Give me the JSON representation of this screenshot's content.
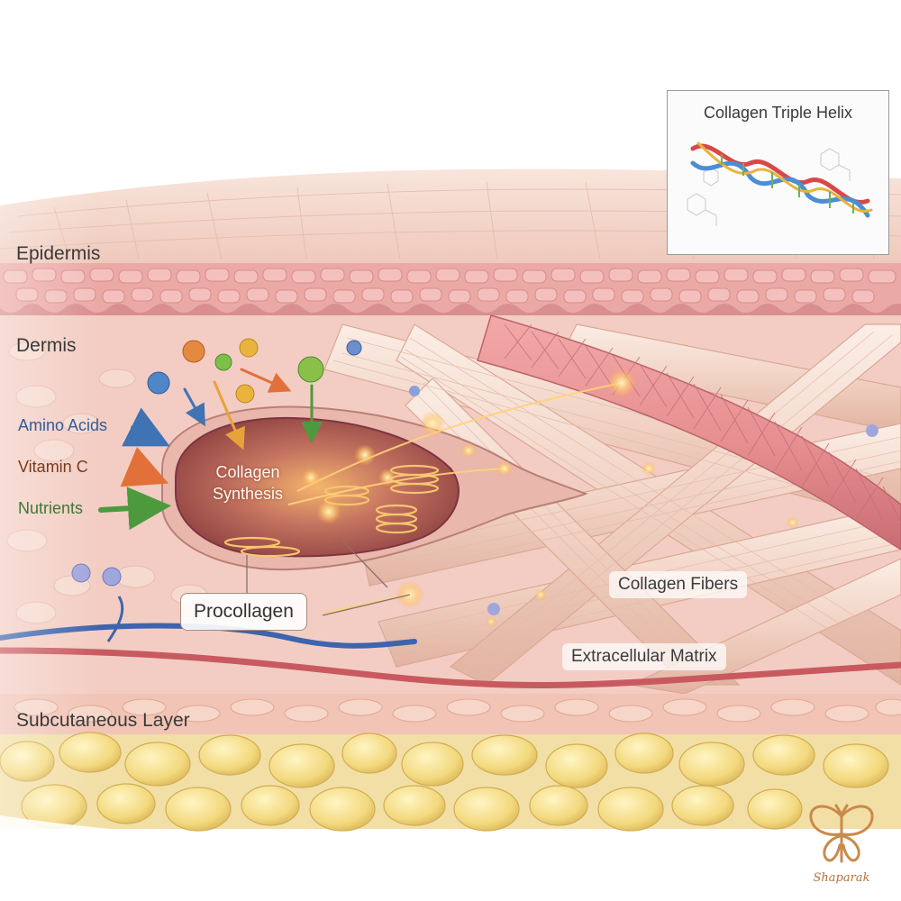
{
  "title": "",
  "layers": {
    "epidermis": "Epidermis",
    "dermis": "Dermis",
    "subcutaneous": "Subcutaneous Layer"
  },
  "inputs": [
    {
      "label": "Amino Acids",
      "color": "#2f5d9a",
      "arrow_color": "#3f73b4"
    },
    {
      "label": "Vitamin C",
      "color": "#7a3a1a",
      "arrow_color": "#e2703a"
    },
    {
      "label": "Nutrients",
      "color": "#3c7a35",
      "arrow_color": "#4d9a3e"
    }
  ],
  "cell": {
    "label": "Collagen Synthesis"
  },
  "callouts": {
    "procollagen": "Procollagen",
    "collagen_fibers": "Collagen Fibers",
    "extracellular_matrix": "Extracellular Matrix"
  },
  "inset": {
    "title": "Collagen Triple Helix"
  },
  "logo": {
    "text": "Shaparak",
    "icon": "butterfly-icon",
    "color": "#c98a4a"
  },
  "colors": {
    "skin_light": "#f5d9cc",
    "epidermis_pink": "#eba9a6",
    "dermis": "#f3cdc3",
    "fiber": "#f7e6dc",
    "fat": "#f5df93",
    "vein": "#3d64ad",
    "artery": "#c85a5f",
    "glow": "#ffd27a"
  }
}
